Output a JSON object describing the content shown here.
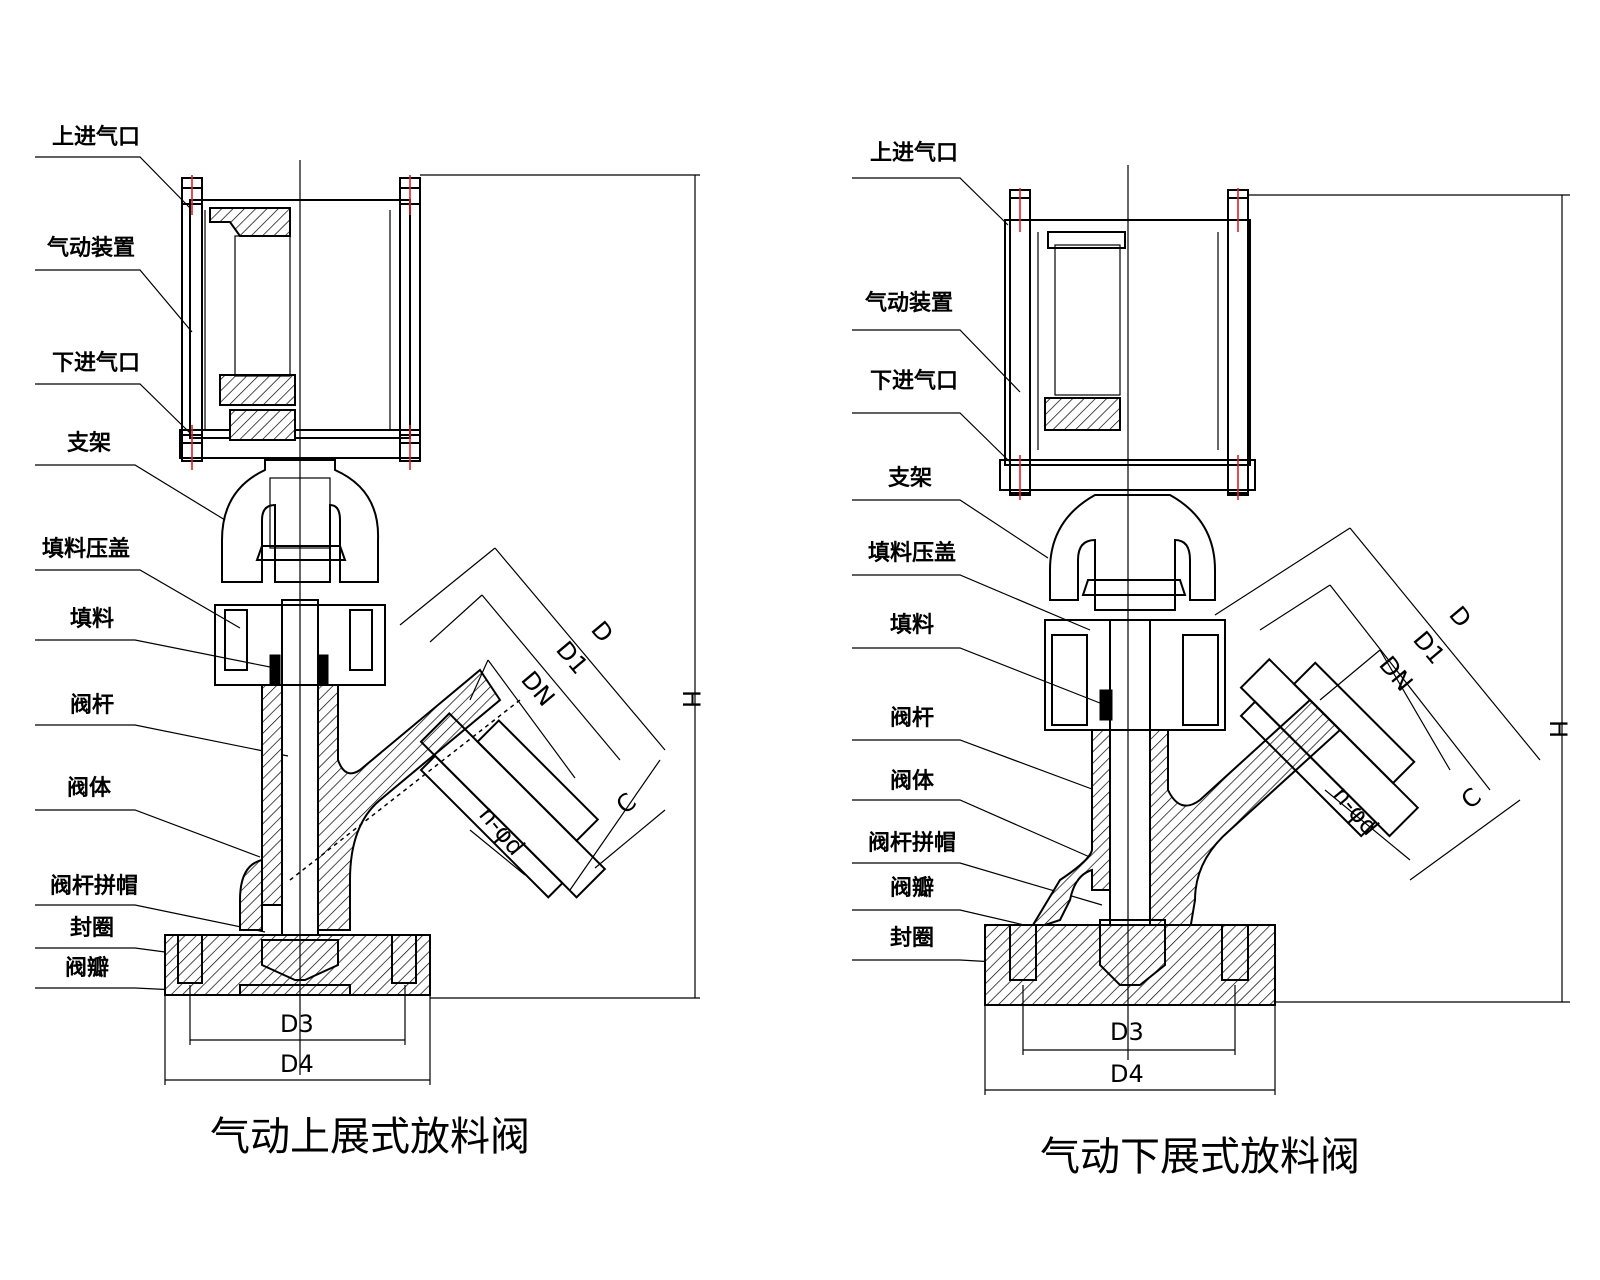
{
  "left_valve": {
    "caption": "气动上展式放料阀",
    "callouts": [
      "上进气口",
      "气动装置",
      "下进气口",
      "支架",
      "填料压盖",
      "填料",
      "阀杆",
      "阀体",
      "阀杆拼帽",
      "封圈",
      "阀瓣"
    ],
    "dims": {
      "D": "D",
      "D1": "D1",
      "DN": "DN",
      "C": "C",
      "nd": "n-φd",
      "H": "H",
      "D3": "D3",
      "D4": "D4"
    }
  },
  "right_valve": {
    "caption": "气动下展式放料阀",
    "callouts": [
      "上进气口",
      "气动装置",
      "下进气口",
      "支架",
      "填料压盖",
      "填料",
      "阀杆",
      "阀体",
      "阀杆拼帽",
      "阀瓣",
      "封圈"
    ],
    "dims": {
      "D": "D",
      "D1": "D1",
      "DN": "DN",
      "C": "C",
      "nd": "n-φd",
      "H": "H",
      "D3": "D3",
      "D4": "D4"
    }
  }
}
